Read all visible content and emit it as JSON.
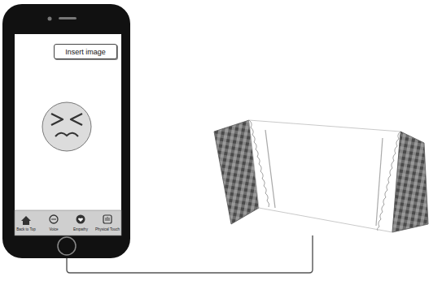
{
  "diagram": {
    "nodes": [
      {
        "text": [
          "Insert image"
        ]
      }
    ],
    "labels": [
      "Back to Top",
      "Voice",
      "Empathy",
      "Physical Touch"
    ]
  }
}
